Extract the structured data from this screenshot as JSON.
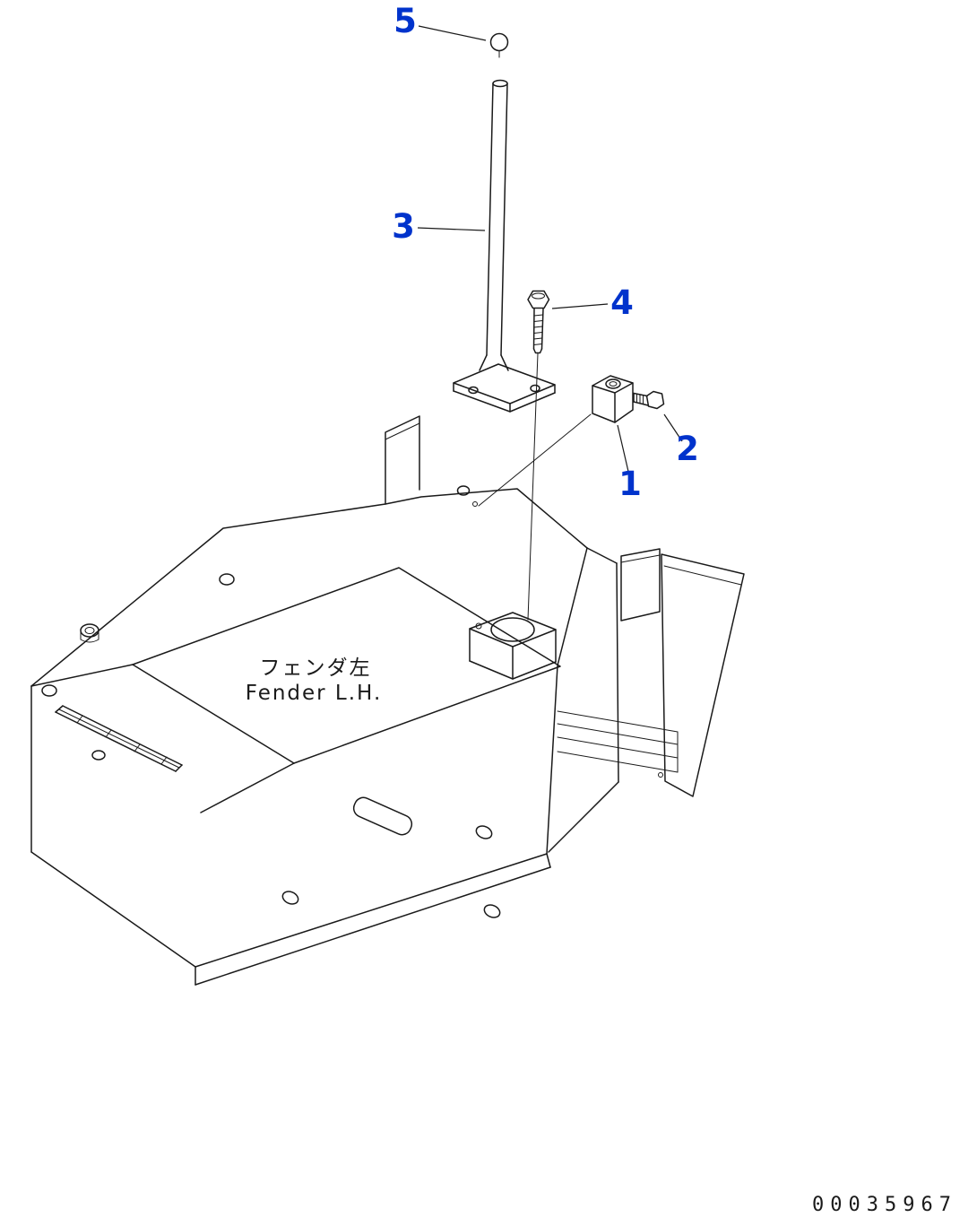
{
  "meta": {
    "bg_color": "#ffffff",
    "line_color": "#1a1a1a",
    "callout_color": "#0033cc"
  },
  "drawing": {
    "fender_label_jp": "フェンダ左",
    "fender_label_en": "Fender L.H.",
    "doc_number": "00035967"
  },
  "callouts": [
    {
      "label": "5"
    },
    {
      "label": "3"
    },
    {
      "label": "4"
    },
    {
      "label": "2"
    },
    {
      "label": "1"
    }
  ]
}
